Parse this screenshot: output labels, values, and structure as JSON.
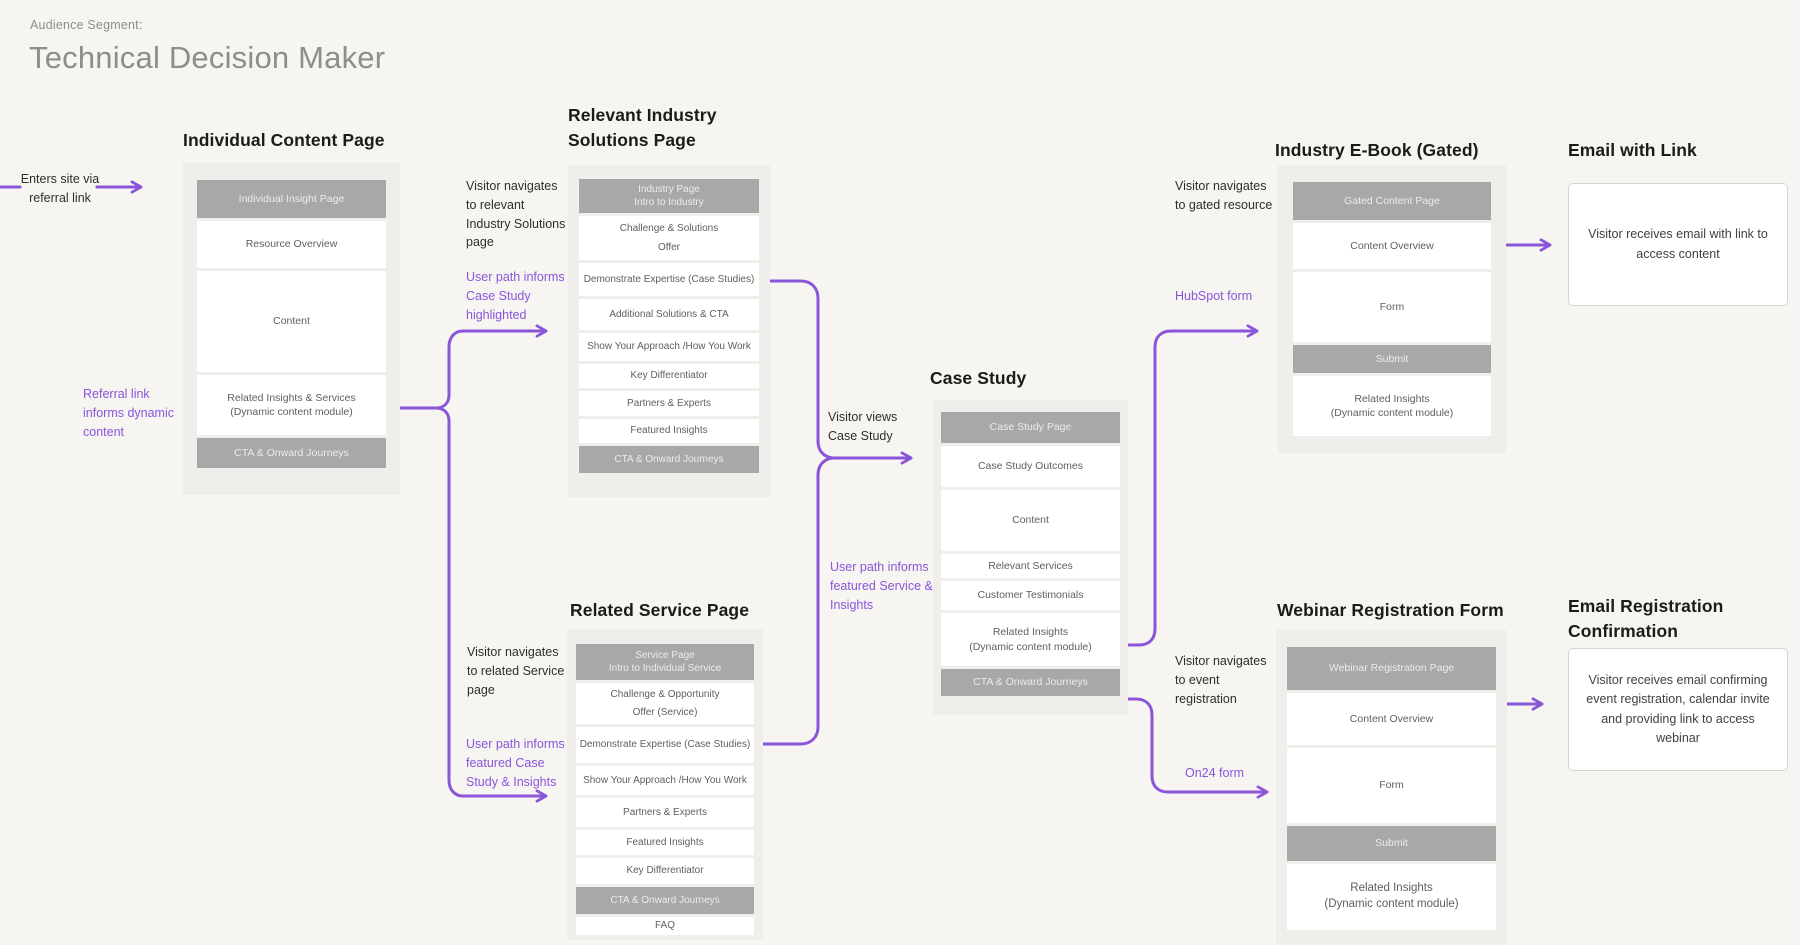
{
  "page": {
    "eyebrow": "Audience Segment:",
    "title": "Technical Decision Maker"
  },
  "colors": {
    "accent_purple": "#8a55d9",
    "wireframe_gray": "#a8a8a8",
    "panel_bg": "#f0eeeb",
    "page_bg": "#f7f5f2"
  },
  "cards": {
    "individual_content": {
      "title": "Individual Content Page",
      "rows": [
        {
          "variant": "gray",
          "text": "Individual Insight Page"
        },
        {
          "variant": "white",
          "text": "Resource Overview"
        },
        {
          "variant": "white",
          "text": "Content"
        },
        {
          "variant": "white",
          "text": "Related Insights & Services",
          "text2": "(Dynamic content module)"
        },
        {
          "variant": "gray",
          "text": "CTA & Onward Journeys"
        }
      ]
    },
    "industry_solutions": {
      "title_lines": [
        "Relevant Industry",
        "Solutions Page"
      ],
      "rows": [
        {
          "variant": "gray",
          "text": "Industry Page",
          "text2": "Intro to Industry"
        },
        {
          "variant": "white",
          "text": "Challenge & Solutions",
          "text2": "Offer"
        },
        {
          "variant": "white",
          "text": "Demonstrate Expertise (Case Studies)"
        },
        {
          "variant": "white",
          "text": "Additional Solutions & CTA"
        },
        {
          "variant": "white",
          "text": "Show Your Approach /How You Work"
        },
        {
          "variant": "white",
          "text": "Key Differentiator"
        },
        {
          "variant": "white",
          "text": "Partners & Experts"
        },
        {
          "variant": "white",
          "text": "Featured Insights"
        },
        {
          "variant": "gray",
          "text": "CTA & Onward Journeys"
        }
      ]
    },
    "related_service": {
      "title": "Related Service Page",
      "rows": [
        {
          "variant": "gray",
          "text": "Service Page",
          "text2": "Intro to Individual Service"
        },
        {
          "variant": "white",
          "text": "Challenge & Opportunity",
          "text2": "Offer (Service)"
        },
        {
          "variant": "white",
          "text": "Demonstrate Expertise (Case Studies)"
        },
        {
          "variant": "white",
          "text": "Show Your Approach /How You Work"
        },
        {
          "variant": "white",
          "text": "Partners & Experts"
        },
        {
          "variant": "white",
          "text": "Featured Insights"
        },
        {
          "variant": "white",
          "text": "Key Differentiator"
        },
        {
          "variant": "gray",
          "text": "CTA & Onward Journeys"
        },
        {
          "variant": "white",
          "text": "FAQ"
        }
      ]
    },
    "case_study": {
      "title": "Case Study",
      "rows": [
        {
          "variant": "gray",
          "text": "Case Study Page"
        },
        {
          "variant": "white",
          "text": "Case Study Outcomes"
        },
        {
          "variant": "white",
          "text": "Content"
        },
        {
          "variant": "white",
          "text": "Relevant Services"
        },
        {
          "variant": "white",
          "text": "Customer Testimonials"
        },
        {
          "variant": "white",
          "text": "Related Insights",
          "text2": "(Dynamic content module)"
        },
        {
          "variant": "gray",
          "text": "CTA & Onward Journeys"
        }
      ]
    },
    "industry_ebook": {
      "title": "Industry E-Book (Gated)",
      "rows": [
        {
          "variant": "gray",
          "text": "Gated Content Page"
        },
        {
          "variant": "white",
          "text": "Content Overview"
        },
        {
          "variant": "white",
          "text": "Form"
        },
        {
          "variant": "gray",
          "text": "Submit"
        },
        {
          "variant": "white",
          "text": "Related Insights",
          "text2": "(Dynamic content module)"
        }
      ]
    },
    "email_link": {
      "title": "Email with Link",
      "body": "Visitor receives email with link to access content"
    },
    "webinar_form": {
      "title": "Webinar Registration Form",
      "rows": [
        {
          "variant": "gray",
          "text": "Webinar Registration Page"
        },
        {
          "variant": "white",
          "text": "Content Overview"
        },
        {
          "variant": "white",
          "text": "Form"
        },
        {
          "variant": "gray",
          "text": "Submit"
        },
        {
          "variant": "white",
          "text": "Related Insights",
          "text2": "(Dynamic content module)"
        }
      ]
    },
    "email_confirmation": {
      "title_lines": [
        "Email Registration",
        "Confirmation"
      ],
      "body": "Visitor receives email confirming event registration, calendar invite and providing link to access webinar"
    }
  },
  "annotations": {
    "enter_site": {
      "color": "black",
      "lines": [
        "Enters site via",
        "referral link"
      ]
    },
    "referral_informs": {
      "color": "purple",
      "lines": [
        "Referral link",
        "informs dynamic",
        "content"
      ]
    },
    "nav_industry": {
      "color": "black",
      "lines": [
        "Visitor navigates",
        "to relevant",
        "Industry Solutions",
        "page"
      ]
    },
    "path_case_highlight": {
      "color": "purple",
      "lines": [
        "User path informs",
        "Case Study",
        "highlighted"
      ]
    },
    "nav_service": {
      "color": "black",
      "lines": [
        "Visitor navigates",
        "to related Service",
        "page"
      ]
    },
    "path_case_insights": {
      "color": "purple",
      "lines": [
        "User path informs",
        "featured Case",
        "Study & Insights"
      ]
    },
    "views_case": {
      "color": "black",
      "lines": [
        "Visitor views",
        "Case Study"
      ]
    },
    "path_service_insights": {
      "color": "purple",
      "lines": [
        "User path informs",
        "featured Service &",
        "Insights"
      ]
    },
    "nav_gated": {
      "color": "black",
      "lines": [
        "Visitor navigates",
        "to gated resource"
      ]
    },
    "hubspot": {
      "color": "purple",
      "lines": [
        "HubSpot form"
      ]
    },
    "nav_event": {
      "color": "black",
      "lines": [
        "Visitor navigates",
        "to event",
        "registration"
      ]
    },
    "on24": {
      "color": "purple",
      "lines": [
        "On24 form"
      ]
    }
  }
}
